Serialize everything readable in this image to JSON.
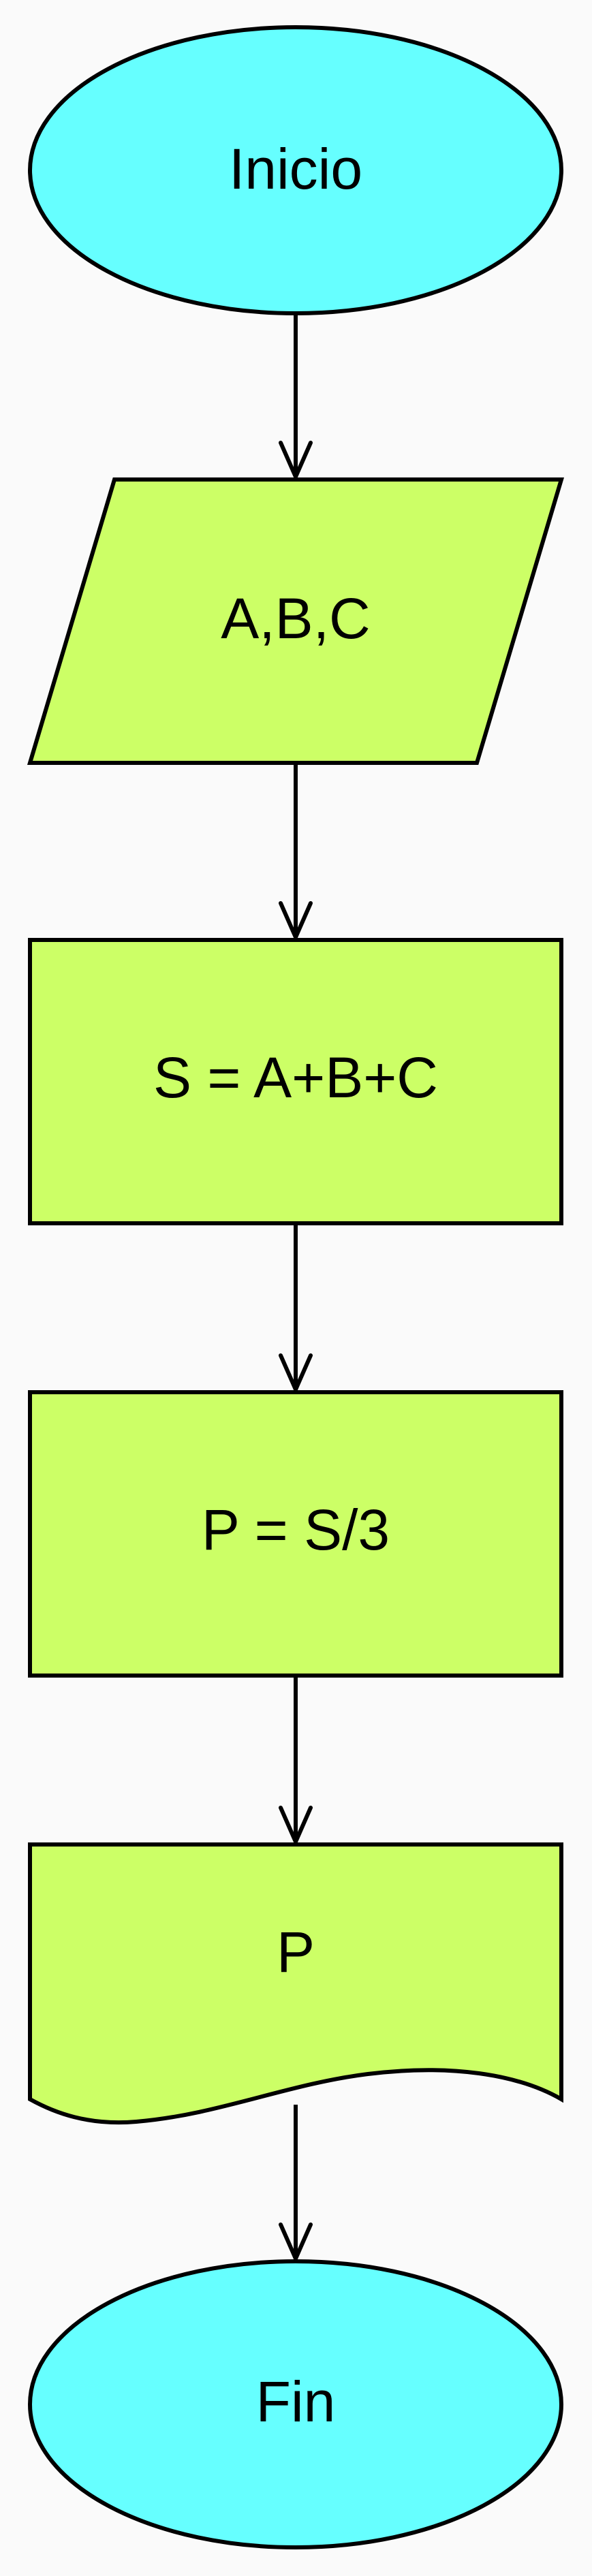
{
  "diagram": {
    "type": "flowchart",
    "colors": {
      "terminal_fill": "#66ffff",
      "process_fill": "#ccff66",
      "stroke": "#000000",
      "background": "#fafafa"
    },
    "nodes": [
      {
        "id": "start",
        "shape": "terminal",
        "label": "Inicio"
      },
      {
        "id": "input",
        "shape": "input-output",
        "label": "A,B,C"
      },
      {
        "id": "sum",
        "shape": "process",
        "label": "S = A+B+C"
      },
      {
        "id": "average",
        "shape": "process",
        "label": "P = S/3"
      },
      {
        "id": "output",
        "shape": "document",
        "label": "P"
      },
      {
        "id": "end",
        "shape": "terminal",
        "label": "Fin"
      }
    ],
    "edges": [
      {
        "from": "start",
        "to": "input"
      },
      {
        "from": "input",
        "to": "sum"
      },
      {
        "from": "sum",
        "to": "average"
      },
      {
        "from": "average",
        "to": "output"
      },
      {
        "from": "output",
        "to": "end"
      }
    ]
  }
}
